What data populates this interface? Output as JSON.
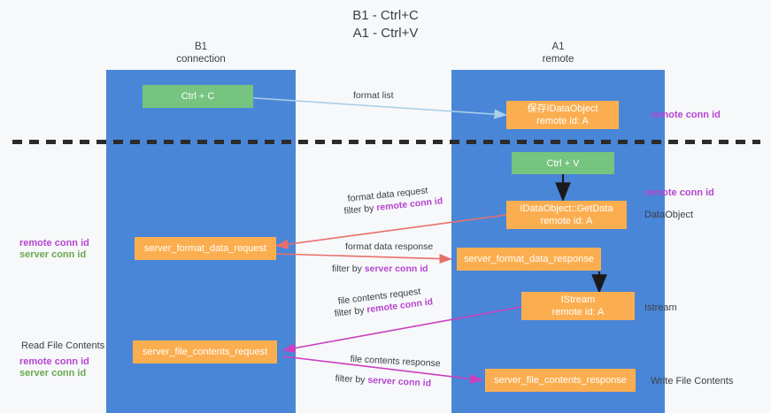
{
  "title": {
    "line1": "B1 - Ctrl+C",
    "line2": "A1 - Ctrl+V"
  },
  "lanes": [
    {
      "id": "b1",
      "name": "B1",
      "sub": "connection"
    },
    {
      "id": "a1",
      "name": "A1",
      "sub": "remote"
    }
  ],
  "colors": {
    "lane": "#4a86d8",
    "green_box": "#76c47f",
    "orange_box": "#fbae4f",
    "remote_conn_id": "#b545cf",
    "server_conn_id": "#6aa84f",
    "format_arrow": "#e8706a",
    "file_arrow": "#cc3fbf",
    "copy_arrow": "#a8cfe8",
    "black_arrow": "#1a1a1a",
    "divider": "#2b2b2b"
  },
  "boxes": [
    {
      "id": "ctrl-c",
      "kind": "green",
      "lines": [
        "Ctrl + C"
      ]
    },
    {
      "id": "save-idataobject",
      "kind": "orange",
      "lines": [
        "保存IDataObject",
        "remote id: A"
      ]
    },
    {
      "id": "ctrl-v",
      "kind": "green",
      "lines": [
        "Ctrl + V"
      ]
    },
    {
      "id": "getdata",
      "kind": "orange",
      "lines": [
        "IDataObject::GetData",
        "remote id: A"
      ]
    },
    {
      "id": "fmt-req",
      "kind": "orange",
      "lines": [
        "server_format_data_request"
      ]
    },
    {
      "id": "fmt-res",
      "kind": "orange",
      "lines": [
        "server_format_data_response"
      ]
    },
    {
      "id": "istream",
      "kind": "orange",
      "lines": [
        "IStream",
        "remote id: A"
      ]
    },
    {
      "id": "file-req",
      "kind": "orange",
      "lines": [
        "server_file_contents_request"
      ]
    },
    {
      "id": "file-res",
      "kind": "orange",
      "lines": [
        "server_file_contents_response"
      ]
    }
  ],
  "edge_labels": {
    "format_list": "format list",
    "format_data_request": "format data request",
    "format_data_request_filter_prefix": "filter by ",
    "format_data_request_filter_key": "remote conn id",
    "format_data_response": "format data response",
    "format_data_response_filter_prefix": "filter by ",
    "format_data_response_filter_key": "server conn id",
    "file_contents_request": "file contents request",
    "file_contents_request_filter_prefix": "filter by ",
    "file_contents_request_filter_key": "remote conn id",
    "file_contents_response": "file contents response",
    "file_contents_response_filter_prefix": "filter by ",
    "file_contents_response_filter_key": "server conn id"
  },
  "right_notes": [
    {
      "id": "right-remote-1",
      "text": "remote conn id",
      "style": "purple"
    },
    {
      "id": "right-remote-2",
      "text": "remote conn id",
      "style": "purple"
    },
    {
      "id": "right-dataobject",
      "text": "DataObject",
      "style": "plain"
    },
    {
      "id": "right-istream",
      "text": "Istream",
      "style": "plain"
    },
    {
      "id": "right-write-file",
      "text": "Write File Contents",
      "style": "plain"
    }
  ],
  "left_notes": [
    {
      "id": "left-remote-1",
      "text": "remote conn id",
      "style": "purple"
    },
    {
      "id": "left-server-1",
      "text": "server conn id",
      "style": "green"
    },
    {
      "id": "left-read-file",
      "text": "Read File Contents",
      "style": "plain"
    },
    {
      "id": "left-remote-2",
      "text": "remote conn id",
      "style": "purple"
    },
    {
      "id": "left-server-2",
      "text": "server conn id",
      "style": "green"
    }
  ]
}
